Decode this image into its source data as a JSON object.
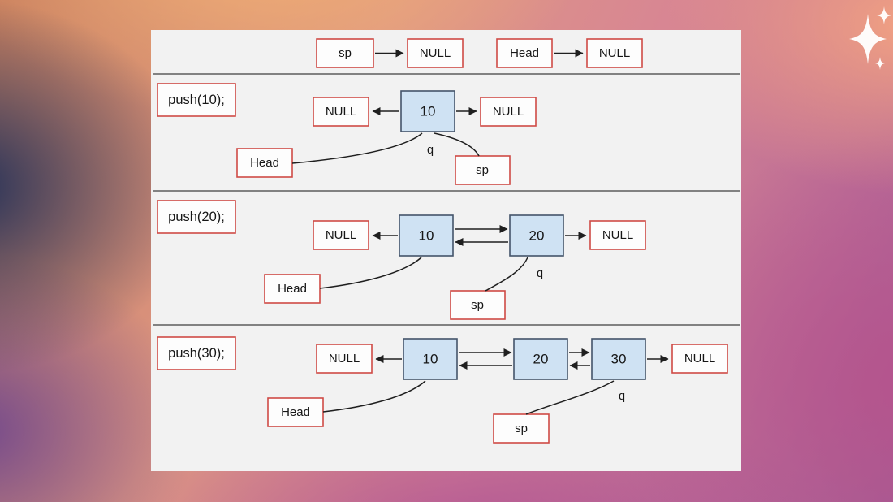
{
  "slide": {
    "top_row": {
      "sp_label": "sp",
      "sp_null": "NULL",
      "head_label": "Head",
      "head_null": "NULL"
    },
    "sections": [
      {
        "operation": "push(10);",
        "left_null": "NULL",
        "right_null": "NULL",
        "nodes": [
          "10"
        ],
        "q_label": "q",
        "head_label": "Head",
        "sp_label": "sp"
      },
      {
        "operation": "push(20);",
        "left_null": "NULL",
        "right_null": "NULL",
        "nodes": [
          "10",
          "20"
        ],
        "q_label": "q",
        "head_label": "Head",
        "sp_label": "sp"
      },
      {
        "operation": "push(30);",
        "left_null": "NULL",
        "right_null": "NULL",
        "nodes": [
          "10",
          "20",
          "30"
        ],
        "q_label": "q",
        "head_label": "Head",
        "sp_label": "sp"
      }
    ]
  },
  "colors": {
    "label_box_border": "#cf4a45",
    "node_fill": "#cfe2f3",
    "node_border": "#44546a",
    "edge": "#1f1f1f",
    "slide_background": "#f2f2f2",
    "sparkle": "#ffffff"
  }
}
